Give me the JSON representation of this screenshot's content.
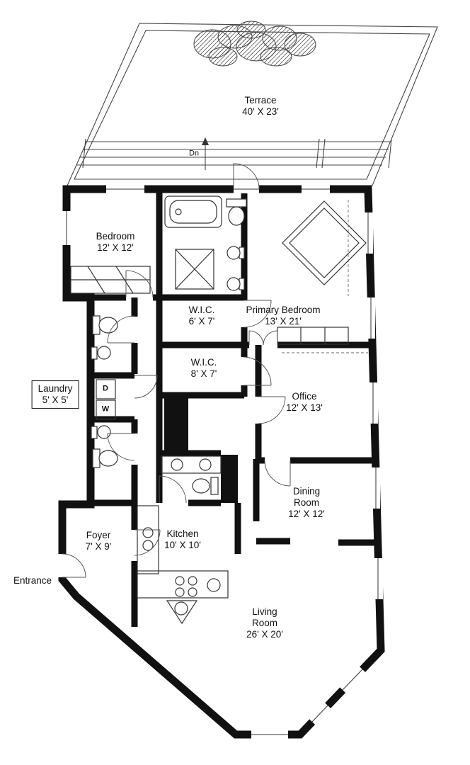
{
  "plan": {
    "rooms": {
      "terrace": {
        "name": "Terrace",
        "dims": "40' X 23'"
      },
      "bedroom": {
        "name": "Bedroom",
        "dims": "12' X 12'"
      },
      "wic_small": {
        "name": "W.I.C.",
        "dims": "6' X 7'"
      },
      "primary_bedroom": {
        "name": "Primary Bedroom",
        "dims": "13' X 21'"
      },
      "wic_large": {
        "name": "W.I.C.",
        "dims": "8' X 7'"
      },
      "laundry": {
        "name": "Laundry",
        "dims": "5' X 5'"
      },
      "office": {
        "name": "Office",
        "dims": "12' X 13'"
      },
      "dining_room": {
        "name": "Dining Room",
        "dims": "12' X 12'"
      },
      "foyer": {
        "name": "Foyer",
        "dims": "7' X 9'"
      },
      "kitchen": {
        "name": "Kitchen",
        "dims": "10' X 10'"
      },
      "living_room": {
        "name": "Living Room",
        "dims": "26' X 20'"
      }
    },
    "annotations": {
      "entrance": "Entrance",
      "stairs_down": "Dn",
      "dryer": "D",
      "washer": "W"
    },
    "colors": {
      "wall": "#111111",
      "line": "#444444",
      "background": "#ffffff"
    }
  }
}
